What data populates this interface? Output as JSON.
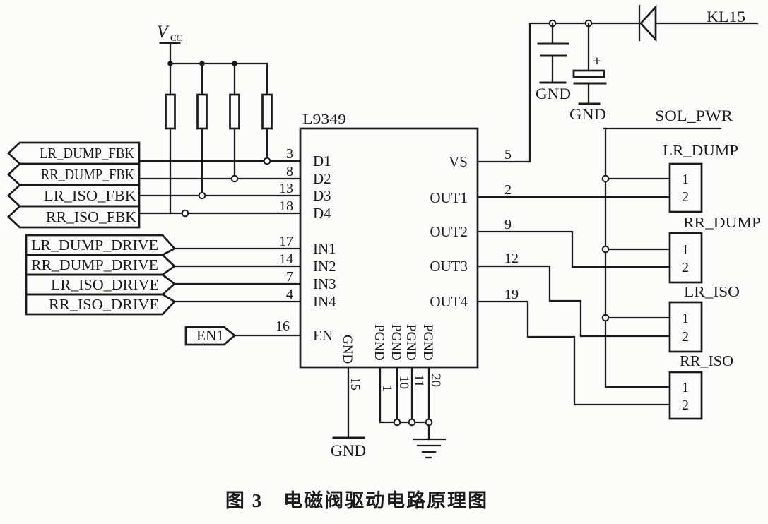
{
  "figure": {
    "caption": "图 3　电磁阀驱动电路原理图"
  },
  "power": {
    "vcc_v": "V",
    "vcc_sub": "CC",
    "kl15": "KL15",
    "sol_pwr": "SOL_PWR",
    "cap2_plus": "+",
    "gnd_cap1": "GND",
    "gnd_cap2": "GND",
    "gnd_ic": "GND"
  },
  "ic": {
    "part": "L9349",
    "left_pins": [
      {
        "num": "3",
        "label": "D1"
      },
      {
        "num": "8",
        "label": "D2"
      },
      {
        "num": "13",
        "label": "D3"
      },
      {
        "num": "18",
        "label": "D4"
      },
      {
        "num": "17",
        "label": "IN1"
      },
      {
        "num": "14",
        "label": "IN2"
      },
      {
        "num": "7",
        "label": "IN3"
      },
      {
        "num": "4",
        "label": "IN4"
      },
      {
        "num": "16",
        "label": "EN"
      }
    ],
    "right_pins": [
      {
        "num": "5",
        "label": "VS"
      },
      {
        "num": "2",
        "label": "OUT1"
      },
      {
        "num": "9",
        "label": "OUT2"
      },
      {
        "num": "12",
        "label": "OUT3"
      },
      {
        "num": "19",
        "label": "OUT4"
      }
    ],
    "bottom_pins": [
      {
        "num": "15",
        "label": "GND"
      },
      {
        "num": "1",
        "label": "PGND"
      },
      {
        "num": "10",
        "label": "PGND"
      },
      {
        "num": "11",
        "label": "PGND"
      },
      {
        "num": "20",
        "label": "PGND"
      }
    ]
  },
  "signals": {
    "fbk": [
      "LR_DUMP_FBK",
      "RR_DUMP_FBK",
      "LR_ISO_FBK",
      "RR_ISO_FBK"
    ],
    "drive": [
      "LR_DUMP_DRIVE",
      "RR_DUMP_DRIVE",
      "LR_ISO_DRIVE",
      "RR_ISO_DRIVE"
    ],
    "enable": "EN1"
  },
  "connectors": [
    {
      "name": "LR_DUMP",
      "pin1": "1",
      "pin2": "2"
    },
    {
      "name": "RR_DUMP",
      "pin1": "1",
      "pin2": "2"
    },
    {
      "name": "LR_ISO",
      "pin1": "1",
      "pin2": "2"
    },
    {
      "name": "RR_ISO",
      "pin1": "1",
      "pin2": "2"
    }
  ],
  "colors": {
    "ink": "#1b1b1b",
    "paper": "#fcfcfa"
  }
}
